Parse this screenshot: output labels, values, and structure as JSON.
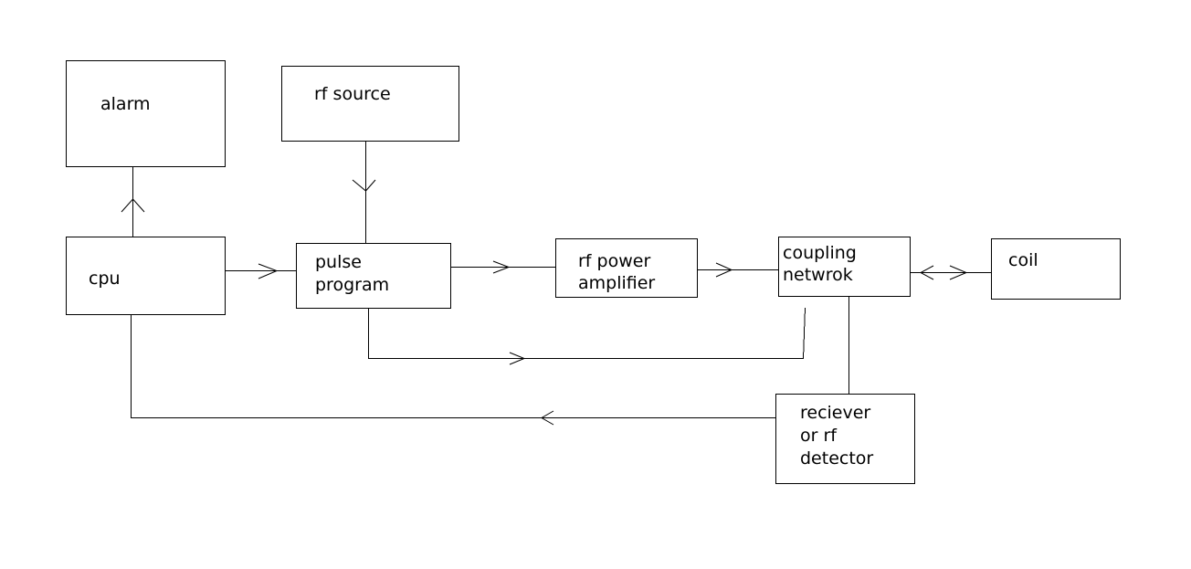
{
  "blocks": {
    "alarm": {
      "label": "alarm"
    },
    "rf_source": {
      "label": "rf source"
    },
    "cpu": {
      "label": "cpu"
    },
    "pulse_program": {
      "line1": "pulse",
      "line2": "program"
    },
    "rf_power_amplifier": {
      "line1": "rf power",
      "line2": "amplifier"
    },
    "coupling_network": {
      "line1": "coupling",
      "line2": "netwrok"
    },
    "coil": {
      "label": "coil"
    },
    "receiver": {
      "line1": "reciever",
      "line2": "or rf",
      "line3": "detector"
    }
  }
}
